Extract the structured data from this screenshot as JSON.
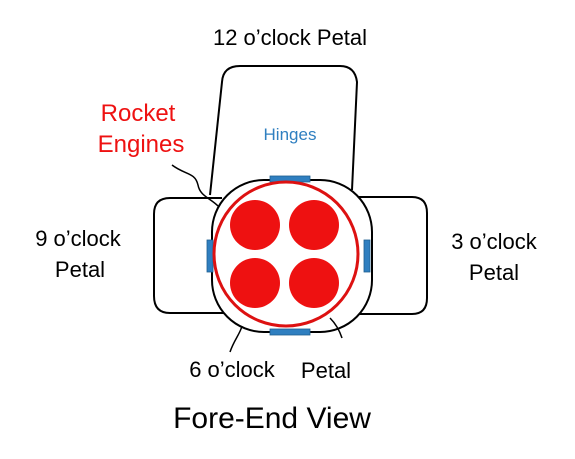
{
  "labels": {
    "petal_12": "12 o’clock Petal",
    "petal_9_line1": "9 o’clock",
    "petal_9_line2": "Petal",
    "petal_3_line1": "3 o’clock",
    "petal_3_line2": "Petal",
    "petal_6_a": "6 o’clock",
    "petal_6_b": "Petal",
    "engines_line1": "Rocket",
    "engines_line2": "Engines",
    "hinges": "Hinges",
    "view_title": "Fore-End View"
  },
  "colors": {
    "outline": "#000000",
    "engine": "#ee1111",
    "engine_ring": "#dd1111",
    "hinge": "#2f7fc0",
    "hinge_label": "#2f7fc0",
    "engines_label": "#ee1111",
    "text": "#000000"
  },
  "engine_count": 4
}
